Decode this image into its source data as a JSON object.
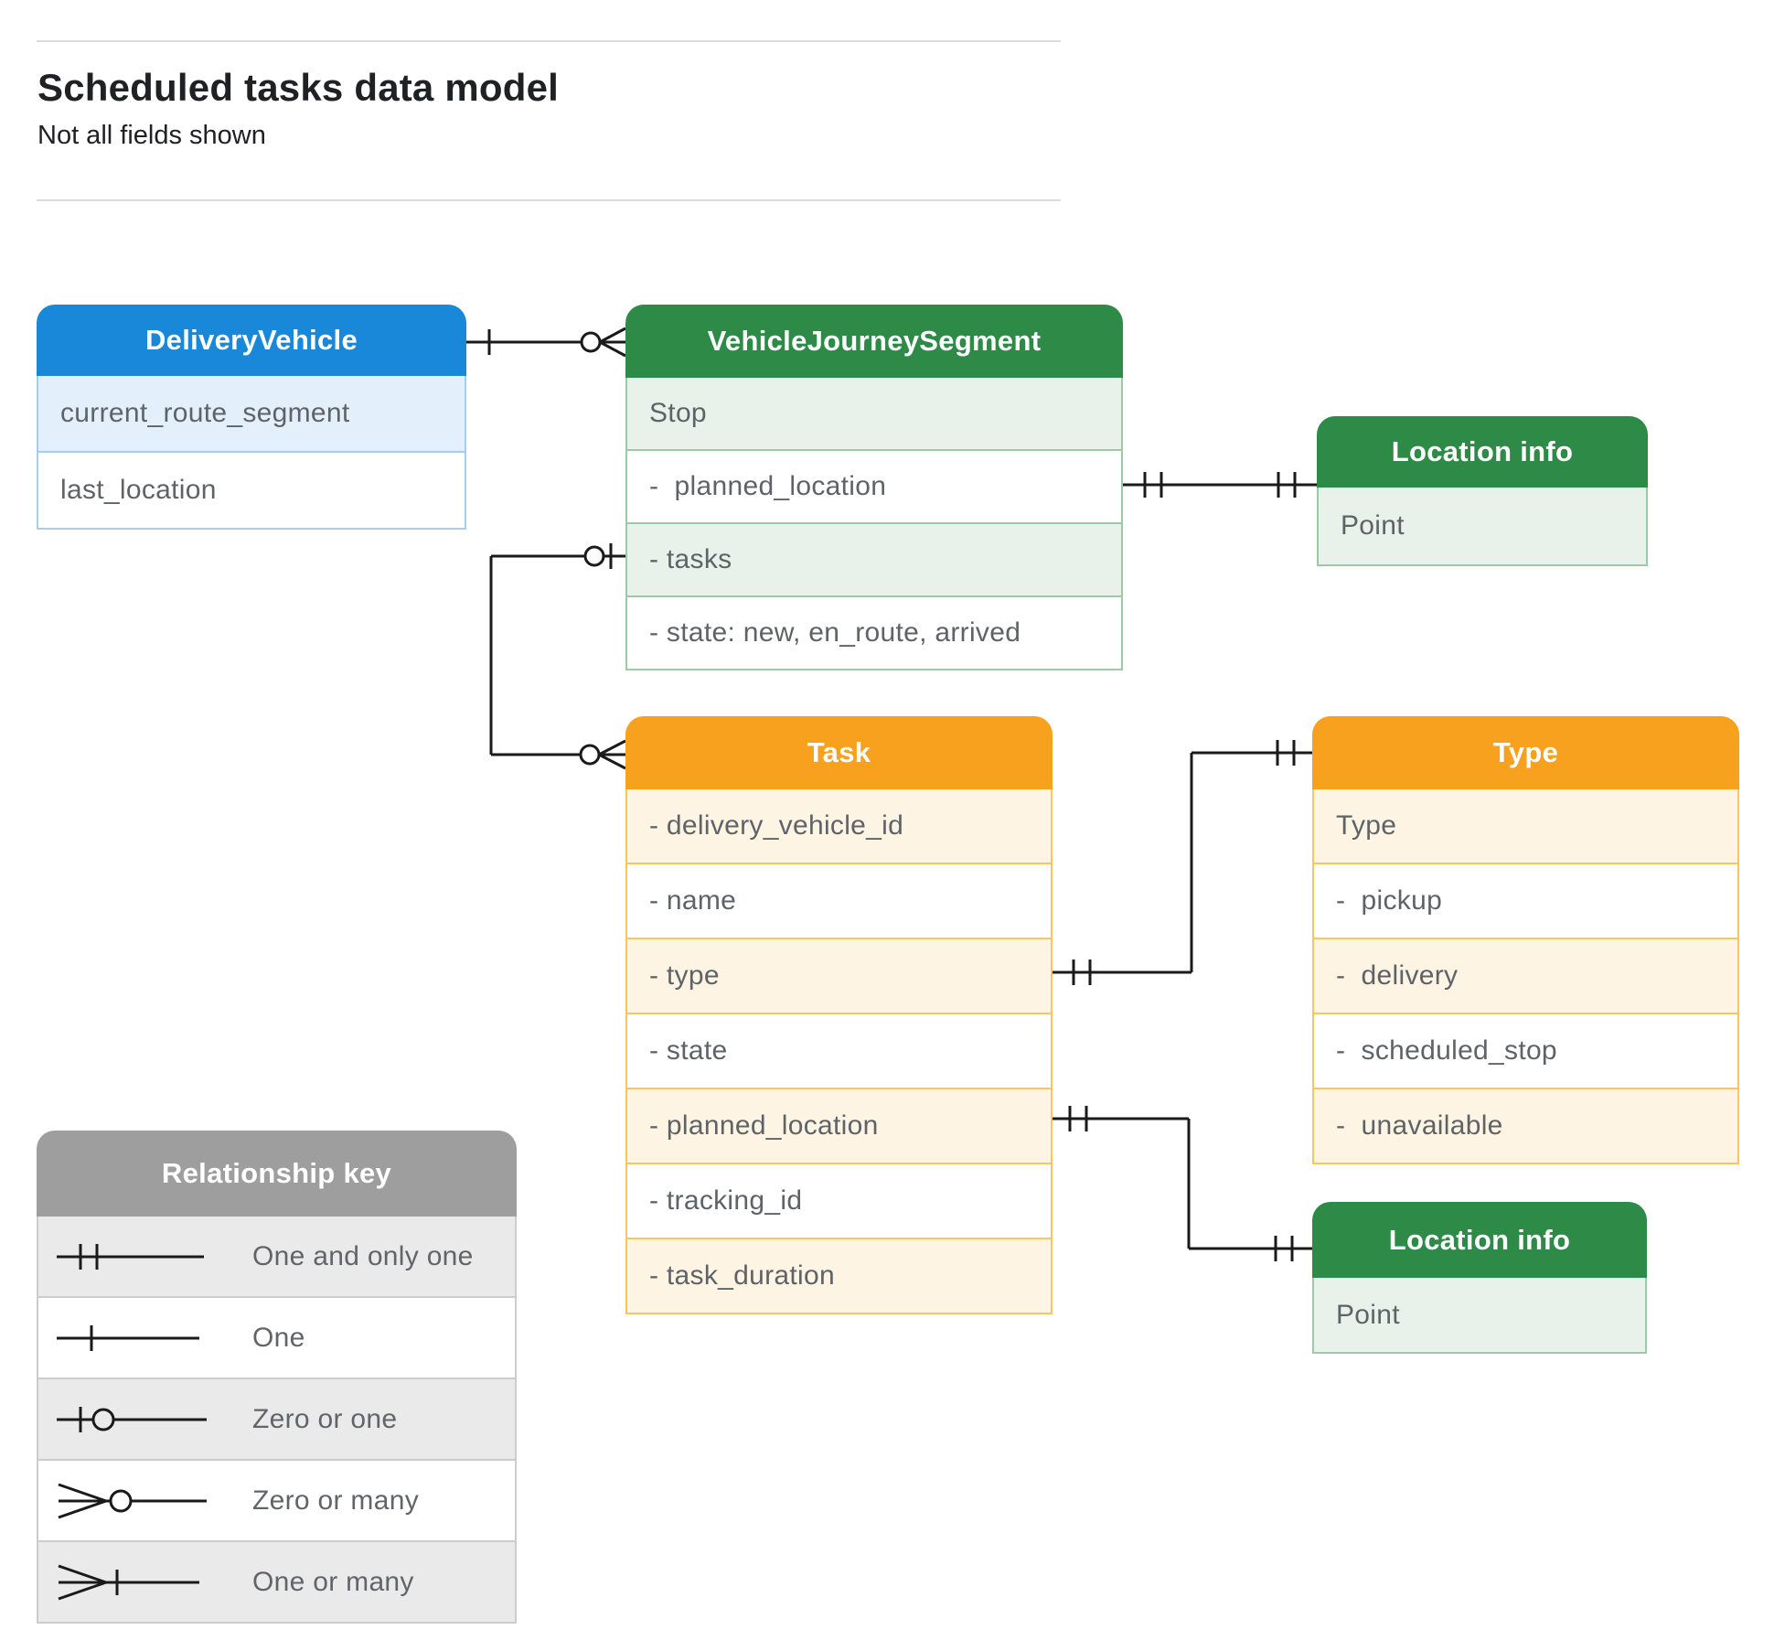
{
  "page": {
    "title": "Scheduled tasks data model",
    "subtitle": "Not all fields shown"
  },
  "entities": {
    "delivery_vehicle": {
      "title": "DeliveryVehicle",
      "rows": [
        "current_route_segment",
        "last_location"
      ]
    },
    "vehicle_journey_segment": {
      "title": "VehicleJourneySegment",
      "rows": [
        "Stop",
        "-  planned_location",
        "- tasks",
        "- state: new, en_route, arrived"
      ]
    },
    "location_info_top": {
      "title": "Location info",
      "rows": [
        "Point"
      ]
    },
    "task": {
      "title": "Task",
      "rows": [
        "- delivery_vehicle_id",
        "- name",
        "- type",
        "- state",
        "- planned_location",
        "- tracking_id",
        "- task_duration"
      ]
    },
    "type": {
      "title": "Type",
      "rows": [
        "Type",
        "-  pickup",
        "-  delivery",
        "-  scheduled_stop",
        "-  unavailable"
      ]
    },
    "location_info_bottom": {
      "title": "Location info",
      "rows": [
        "Point"
      ]
    }
  },
  "legend": {
    "title": "Relationship key",
    "items": [
      "One and only one",
      "One",
      "Zero or one",
      "Zero or many",
      "One or many"
    ]
  },
  "relationships": [
    {
      "from": "DeliveryVehicle",
      "from_cardinality": "one",
      "to": "VehicleJourneySegment",
      "to_cardinality": "zero or many"
    },
    {
      "from": "VehicleJourneySegment (tasks)",
      "from_cardinality": "zero or one",
      "to": "Task",
      "to_cardinality": "zero or many"
    },
    {
      "from": "VehicleJourneySegment (planned_location)",
      "from_cardinality": "one and only one",
      "to": "Location info",
      "to_cardinality": "one and only one"
    },
    {
      "from": "Task (type)",
      "from_cardinality": "one and only one",
      "to": "Type",
      "to_cardinality": "one and only one"
    },
    {
      "from": "Task (planned_location)",
      "from_cardinality": "one and only one",
      "to": "Location info",
      "to_cardinality": "one and only one"
    }
  ],
  "colors": {
    "blue_header": "#1a88d8",
    "blue_row": "#e3f0fc",
    "blue_border": "#a6ccee",
    "green_header": "#2e8b47",
    "green_row": "#e8f2ea",
    "green_border": "#9cc9a6",
    "orange_header": "#f8a11e",
    "orange_row": "#fdf4e4",
    "orange_border": "#fcc45c",
    "gray_header": "#9e9e9e",
    "gray_row": "#eaeaea",
    "row_text": "#5f6368",
    "connector": "#1a1a1a"
  }
}
